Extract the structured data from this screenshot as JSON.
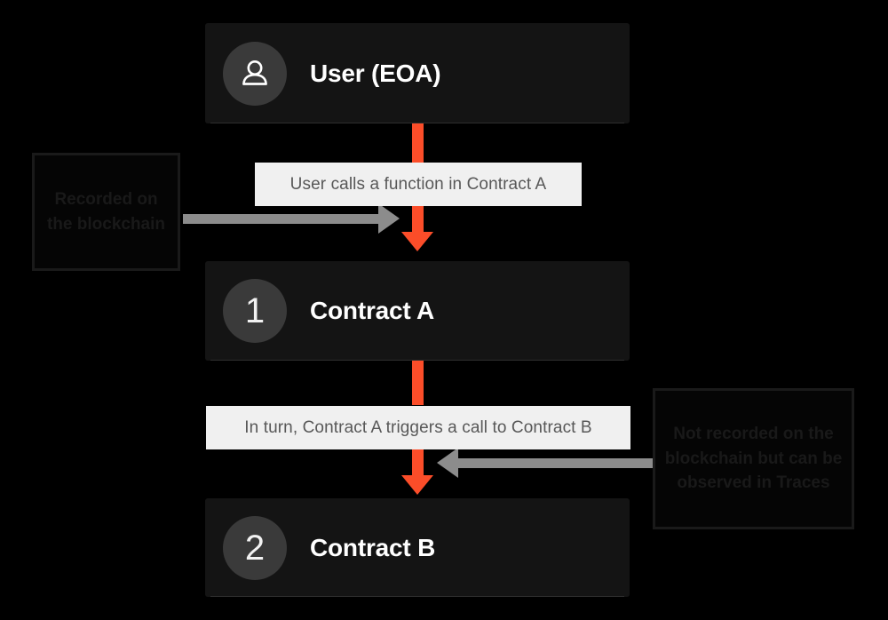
{
  "diagram": {
    "background_color": "#000000",
    "accent_color": "#fb4d29",
    "node_color": "#141414",
    "chip_color": "#f0f0f0",
    "gray_arrow_color": "#8c8c8c"
  },
  "nodes": [
    {
      "id": "user",
      "icon": "person-icon",
      "badge": "",
      "title": "User (EOA)"
    },
    {
      "id": "contract-a",
      "icon": "number-badge",
      "badge": "1",
      "title": "Contract A"
    },
    {
      "id": "contract-b",
      "icon": "number-badge",
      "badge": "2",
      "title": "Contract B"
    }
  ],
  "chips": [
    {
      "id": "chip-1",
      "text": "User calls a function in Contract A"
    },
    {
      "id": "chip-2",
      "text": "In turn, Contract A triggers a call to Contract B"
    }
  ],
  "annotations": [
    {
      "id": "annot-left",
      "text": "Recorded on the blockchain",
      "lines": [
        "Recorded",
        "on the",
        "blockchain"
      ]
    },
    {
      "id": "annot-right",
      "text": "Not recorded on the blockchain but can be observed in Traces",
      "lines": [
        "Not recorded on the",
        "blockchain but can",
        "be observed in",
        "Traces"
      ]
    }
  ]
}
